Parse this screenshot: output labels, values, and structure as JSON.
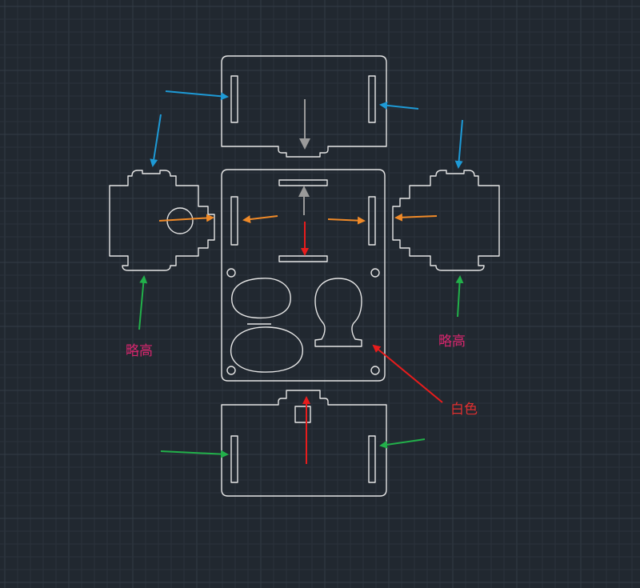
{
  "colors": {
    "background": "#212830",
    "outline": "#e6e6e6",
    "blue": "#1e9ad6",
    "orange": "#f08a28",
    "green": "#22b04a",
    "red": "#e81c1c",
    "gray": "#9a9a9a",
    "label_magenta": "#d8266e",
    "label_red": "#e03030"
  },
  "labels": {
    "left_note": "略高",
    "right_note": "略高",
    "white_note": "白色"
  }
}
